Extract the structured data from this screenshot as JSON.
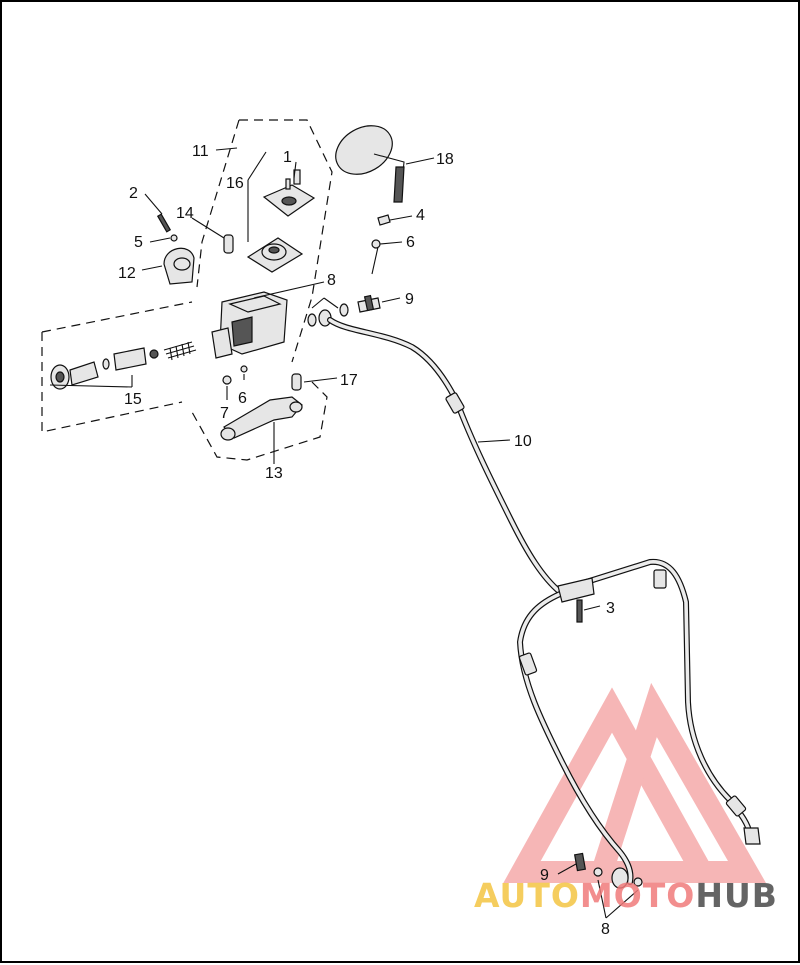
{
  "callouts": {
    "c1": "1",
    "c2": "2",
    "c3": "3",
    "c4": "4",
    "c5": "5",
    "c6a": "6",
    "c6b": "6",
    "c7": "7",
    "c8a": "8",
    "c8b": "8",
    "c9a": "9",
    "c9b": "9",
    "c10": "10",
    "c11": "11",
    "c12": "12",
    "c13": "13",
    "c14": "14",
    "c15": "15",
    "c16": "16",
    "c17": "17",
    "c18": "18"
  },
  "watermark": {
    "part1": "AUTO",
    "part2": "MOTO",
    "part3": "HUB"
  },
  "colors": {
    "watermark_red": "#f07b7b",
    "watermark_yellow": "#f4c542",
    "watermark_gray": "#4a4a4a"
  }
}
